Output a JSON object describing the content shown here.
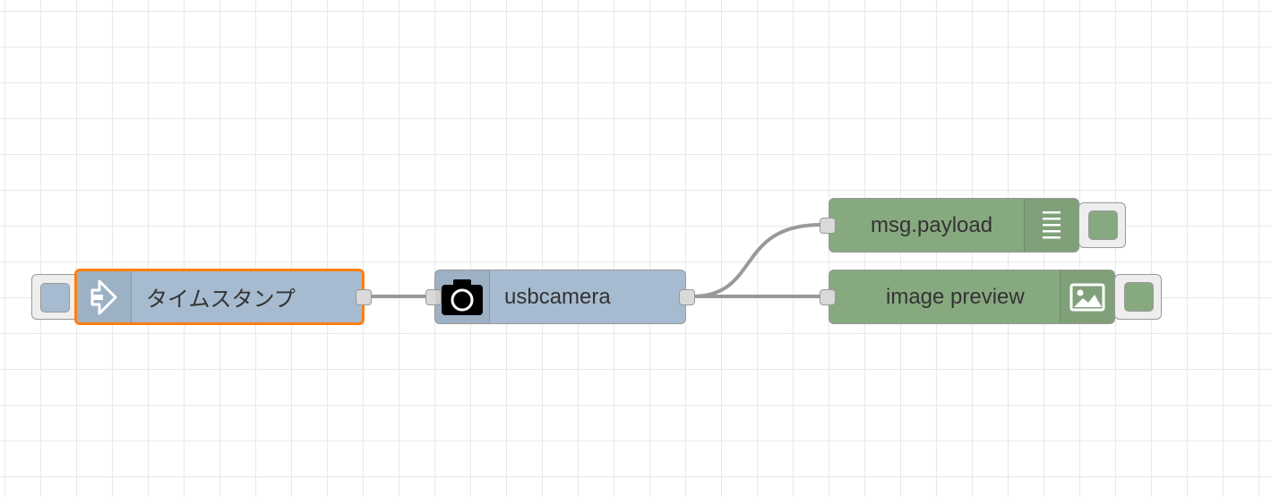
{
  "nodes": {
    "inject": {
      "label": "タイムスタンプ",
      "icon": "arrow-in-icon",
      "color": "#a6bbcf"
    },
    "usbcamera": {
      "label": "usbcamera",
      "icon": "camera-icon",
      "color": "#a6bbcf"
    },
    "debug": {
      "label": "msg.payload",
      "icon": "list-icon",
      "color": "#87a980"
    },
    "image_preview": {
      "label": "image preview",
      "icon": "image-icon",
      "color": "#87a980"
    }
  },
  "colors": {
    "selected_border": "#ff7f0e",
    "wire": "#999999",
    "grid": "#e8e8e8"
  }
}
